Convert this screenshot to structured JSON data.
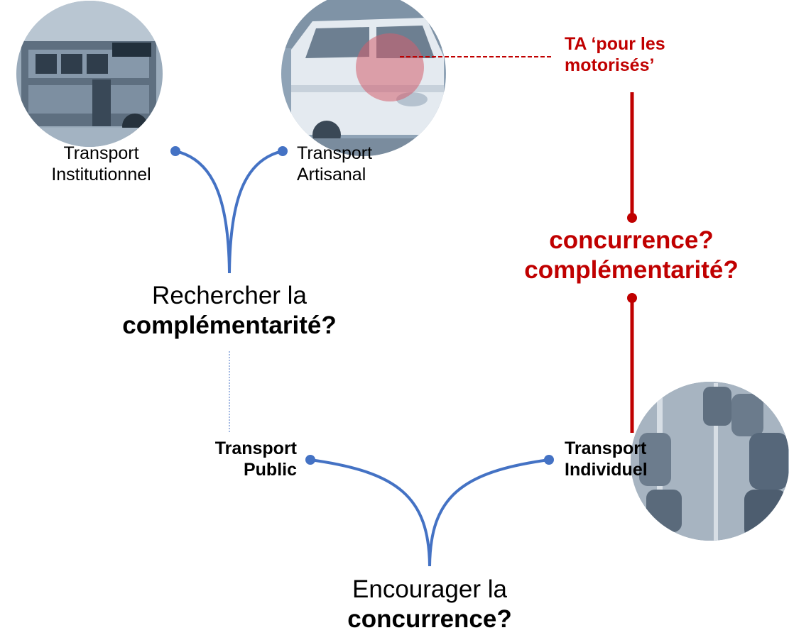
{
  "colors": {
    "branch": "#4472c4",
    "accent": "#c00000",
    "photo_tint": "#8fa3b6"
  },
  "photos": [
    {
      "name": "bus-photo",
      "subject": "institutional bus"
    },
    {
      "name": "minibus-photo",
      "subject": "artisanal minibus"
    },
    {
      "name": "traffic-photo",
      "subject": "individual car traffic"
    }
  ],
  "labels": {
    "institutionnel": {
      "line1": "Transport",
      "line2": "Institutionnel"
    },
    "artisanal": {
      "line1": "Transport",
      "line2": "Artisanal"
    },
    "public": {
      "line1": "Transport",
      "line2": "Public"
    },
    "individuel": {
      "line1": "Transport",
      "line2": "Individuel"
    },
    "ta_motorises": {
      "line1": "TA ‘pour les",
      "line2": "motorisés’"
    },
    "rechercher": {
      "line1": "Rechercher la",
      "line2": "complémentarité?"
    },
    "encourager": {
      "line1": "Encourager la",
      "line2": "concurrence?"
    },
    "question": {
      "line1": "concurrence?",
      "line2": "complémentarité?"
    }
  }
}
